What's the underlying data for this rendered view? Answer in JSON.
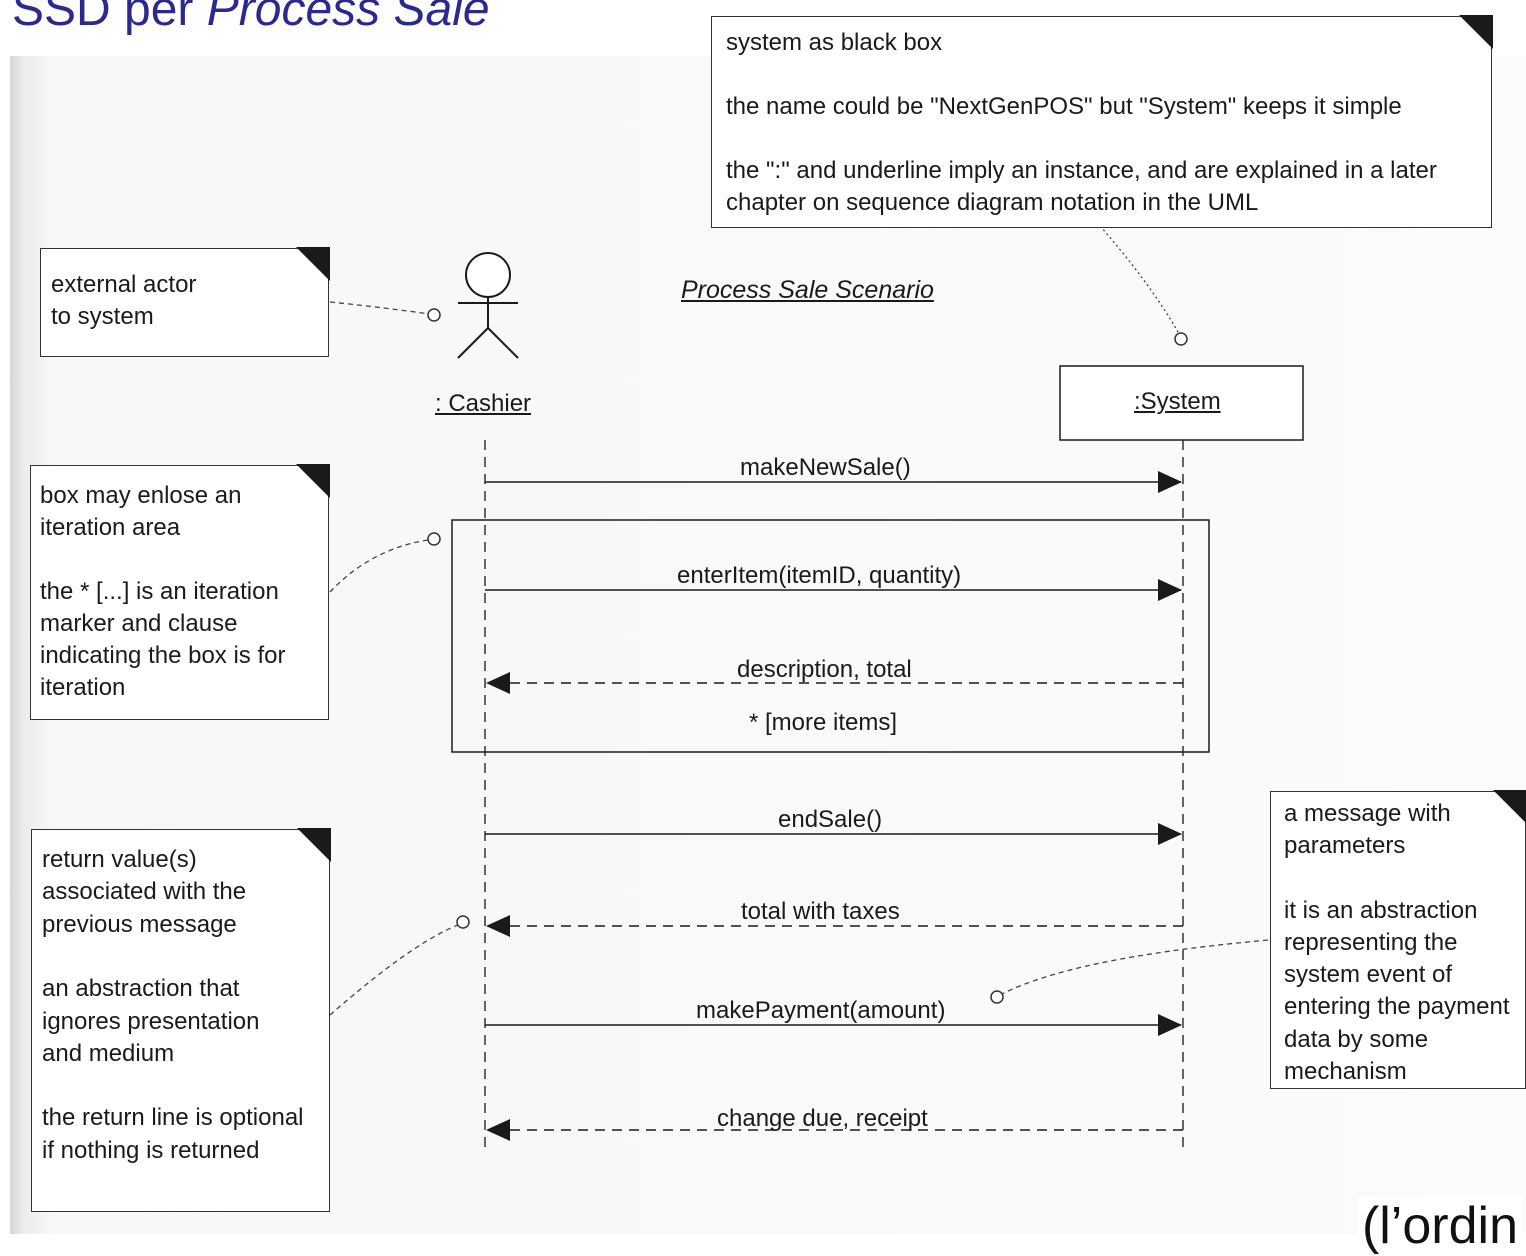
{
  "title": {
    "prefix": "SSD per ",
    "italic": "Process Sale"
  },
  "diagram": {
    "scenario_title": "Process Sale Scenario",
    "actor_label": ": Cashier",
    "system_label": ":System",
    "messages": [
      {
        "label": "makeNewSale()",
        "kind": "call"
      },
      {
        "label": "enterItem(itemID, quantity)",
        "kind": "call"
      },
      {
        "label": "description, total",
        "kind": "return"
      },
      {
        "label": "endSale()",
        "kind": "call"
      },
      {
        "label": "total with taxes",
        "kind": "return"
      },
      {
        "label": "makePayment(amount)",
        "kind": "call"
      },
      {
        "label": "change due, receipt",
        "kind": "return"
      }
    ],
    "loop_label": "* [more items]"
  },
  "notes": {
    "system": [
      "system as black box",
      "the name could be \"NextGenPOS\" but \"System\" keeps it simple",
      "the \":\" and underline imply an instance, and are explained in a later chapter on sequence diagram notation in the UML"
    ],
    "actor": [
      "external actor to system"
    ],
    "iteration": [
      "box may enlose an iteration area",
      "the * [...] is an iteration marker and clause indicating the box is for iteration"
    ],
    "return": [
      "return value(s) associated with the previous message",
      "an abstraction that ignores presentation and medium",
      "the return line is optional if nothing is returned"
    ],
    "message": [
      "a message with parameters",
      "it is an abstraction representing the system event of entering the payment data by some mechanism"
    ]
  },
  "footer": "(l’ordin"
}
